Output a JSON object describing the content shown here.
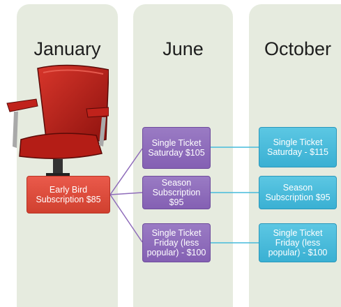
{
  "columns": [
    {
      "header": "January"
    },
    {
      "header": "June"
    },
    {
      "header": "October"
    }
  ],
  "early_bird": {
    "label": "Early Bird\nSubscription $85",
    "color": "#dc4a3a"
  },
  "june": [
    {
      "label": "Single Ticket\nSaturday  $105",
      "color": "#8e6bba"
    },
    {
      "label": "Season\nSubscription $95",
      "color": "#8e6bba"
    },
    {
      "label": "Single Ticket\nFriday (less\npopular) - $100",
      "color": "#8e6bba"
    }
  ],
  "october": [
    {
      "label": "Single Ticket\nSaturday - $115",
      "color": "#45bbdc"
    },
    {
      "label": "Season\nSubscription $95",
      "color": "#45bbdc"
    },
    {
      "label": "Single Ticket\nFriday (less\npopular) - $100",
      "color": "#45bbdc"
    }
  ],
  "colors": {
    "column_bg": "#e6ebdf",
    "connector_purple": "#8e6bba",
    "connector_blue": "#45bbdc",
    "chair": "#c0221b"
  },
  "icons": {
    "seat": "theater-seat-icon"
  }
}
